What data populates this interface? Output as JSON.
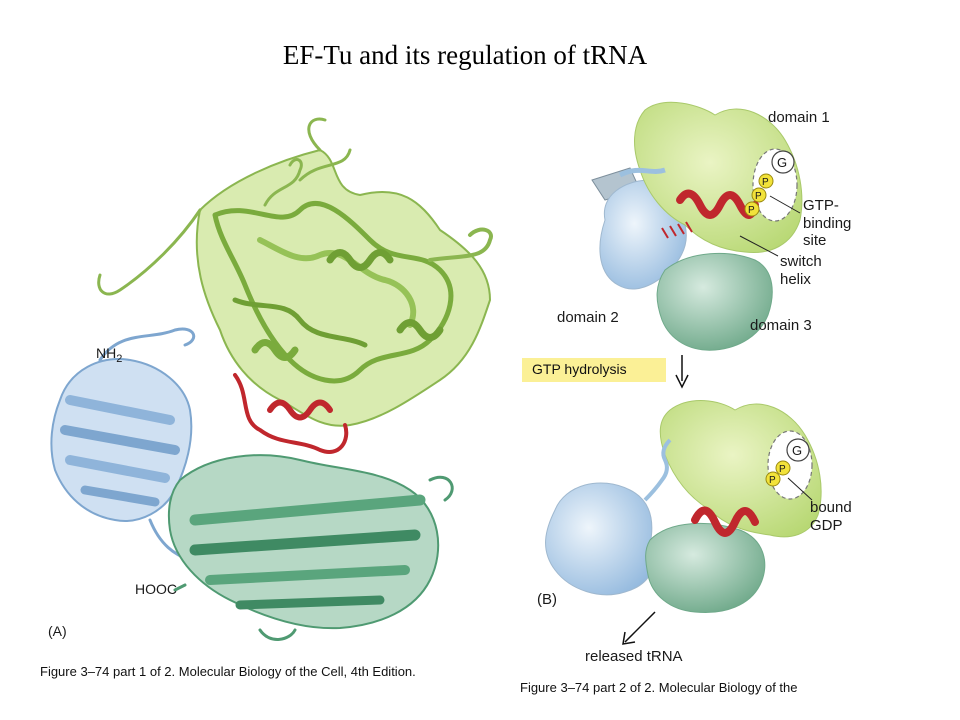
{
  "title": "EF-Tu and its regulation of tRNA",
  "panel_a": {
    "label": "(A)",
    "nh2": "NH",
    "nh2_sub": "2",
    "hooc": "HOOC",
    "caption": "Figure 3–74 part 1 of 2. Molecular Biology of the Cell, 4th Edition."
  },
  "panel_b": {
    "label": "(B)",
    "domain1": "domain 1",
    "domain2": "domain 2",
    "domain3": "domain 3",
    "g": "G",
    "p": "P",
    "gtp_binding_site": [
      "GTP-",
      "binding",
      "site"
    ],
    "switch_helix": [
      "switch",
      "helix"
    ],
    "gtp_hydrolysis": "GTP hydrolysis",
    "bound_gdp": [
      "bound",
      "GDP"
    ],
    "released_trna": "released tRNA",
    "caption": "Figure 3–74 part 2 of 2. Molecular Biology of the"
  },
  "colors": {
    "domain1_green": "#c9e08a",
    "domain2_blue": "#a9c8e6",
    "domain3_teal": "#7fb89b",
    "switch_red": "#c0272d",
    "phosphate_yellow": "#f2e23a",
    "hydrolysis_highlight": "#fbf096"
  }
}
